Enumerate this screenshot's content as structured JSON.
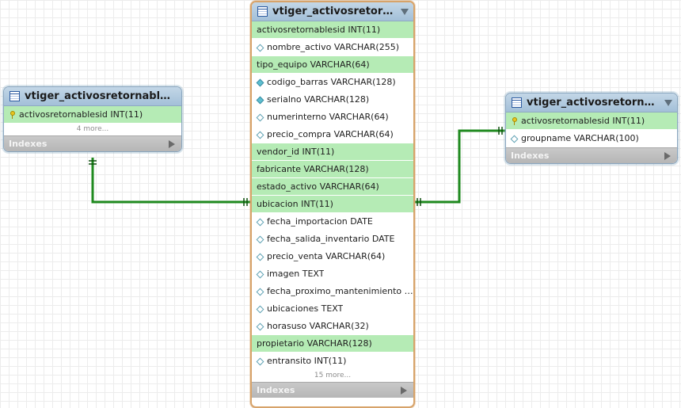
{
  "colors": {
    "header_gradient_top": "#c3d7e7",
    "header_gradient_bottom": "#a3c0d8",
    "fk_row": "#b5ebb5",
    "indexes_bar": "#bebebe",
    "connector": "#1f8a1f",
    "selected_border": "#d7a36a"
  },
  "tables": {
    "left": {
      "title": "vtiger_activosretornablescf",
      "columns": [
        {
          "text": "activosretornablesid INT(11)",
          "kind": "primary-key"
        }
      ],
      "more": "4 more...",
      "indexes_label": "Indexes"
    },
    "center": {
      "title": "vtiger_activosretornabl...",
      "columns": [
        {
          "text": "activosretornablesid INT(11)",
          "kind": "foreign-key"
        },
        {
          "text": "nombre_activo VARCHAR(255)",
          "kind": "nullable"
        },
        {
          "text": "tipo_equipo VARCHAR(64)",
          "kind": "foreign-key"
        },
        {
          "text": "codigo_barras VARCHAR(128)",
          "kind": "not-null"
        },
        {
          "text": "serialno VARCHAR(128)",
          "kind": "not-null"
        },
        {
          "text": "numerinterno VARCHAR(64)",
          "kind": "nullable"
        },
        {
          "text": "precio_compra VARCHAR(64)",
          "kind": "nullable"
        },
        {
          "text": "vendor_id INT(11)",
          "kind": "foreign-key"
        },
        {
          "text": "fabricante VARCHAR(128)",
          "kind": "foreign-key"
        },
        {
          "text": "estado_activo VARCHAR(64)",
          "kind": "foreign-key"
        },
        {
          "text": "ubicacion INT(11)",
          "kind": "foreign-key"
        },
        {
          "text": "fecha_importacion DATE",
          "kind": "nullable"
        },
        {
          "text": "fecha_salida_inventario DATE",
          "kind": "nullable"
        },
        {
          "text": "precio_venta VARCHAR(64)",
          "kind": "nullable"
        },
        {
          "text": "imagen TEXT",
          "kind": "nullable"
        },
        {
          "text": "fecha_proximo_mantenimiento VAR...",
          "kind": "nullable"
        },
        {
          "text": "ubicaciones TEXT",
          "kind": "nullable"
        },
        {
          "text": "horasuso VARCHAR(32)",
          "kind": "nullable"
        },
        {
          "text": "propietario VARCHAR(128)",
          "kind": "foreign-key"
        },
        {
          "text": "entransito INT(11)",
          "kind": "nullable"
        }
      ],
      "more": "15 more...",
      "indexes_label": "Indexes"
    },
    "right": {
      "title": "vtiger_activosretornable...",
      "columns": [
        {
          "text": "activosretornablesid INT(11)",
          "kind": "primary-key"
        },
        {
          "text": "groupname VARCHAR(100)",
          "kind": "nullable"
        }
      ],
      "indexes_label": "Indexes"
    }
  }
}
